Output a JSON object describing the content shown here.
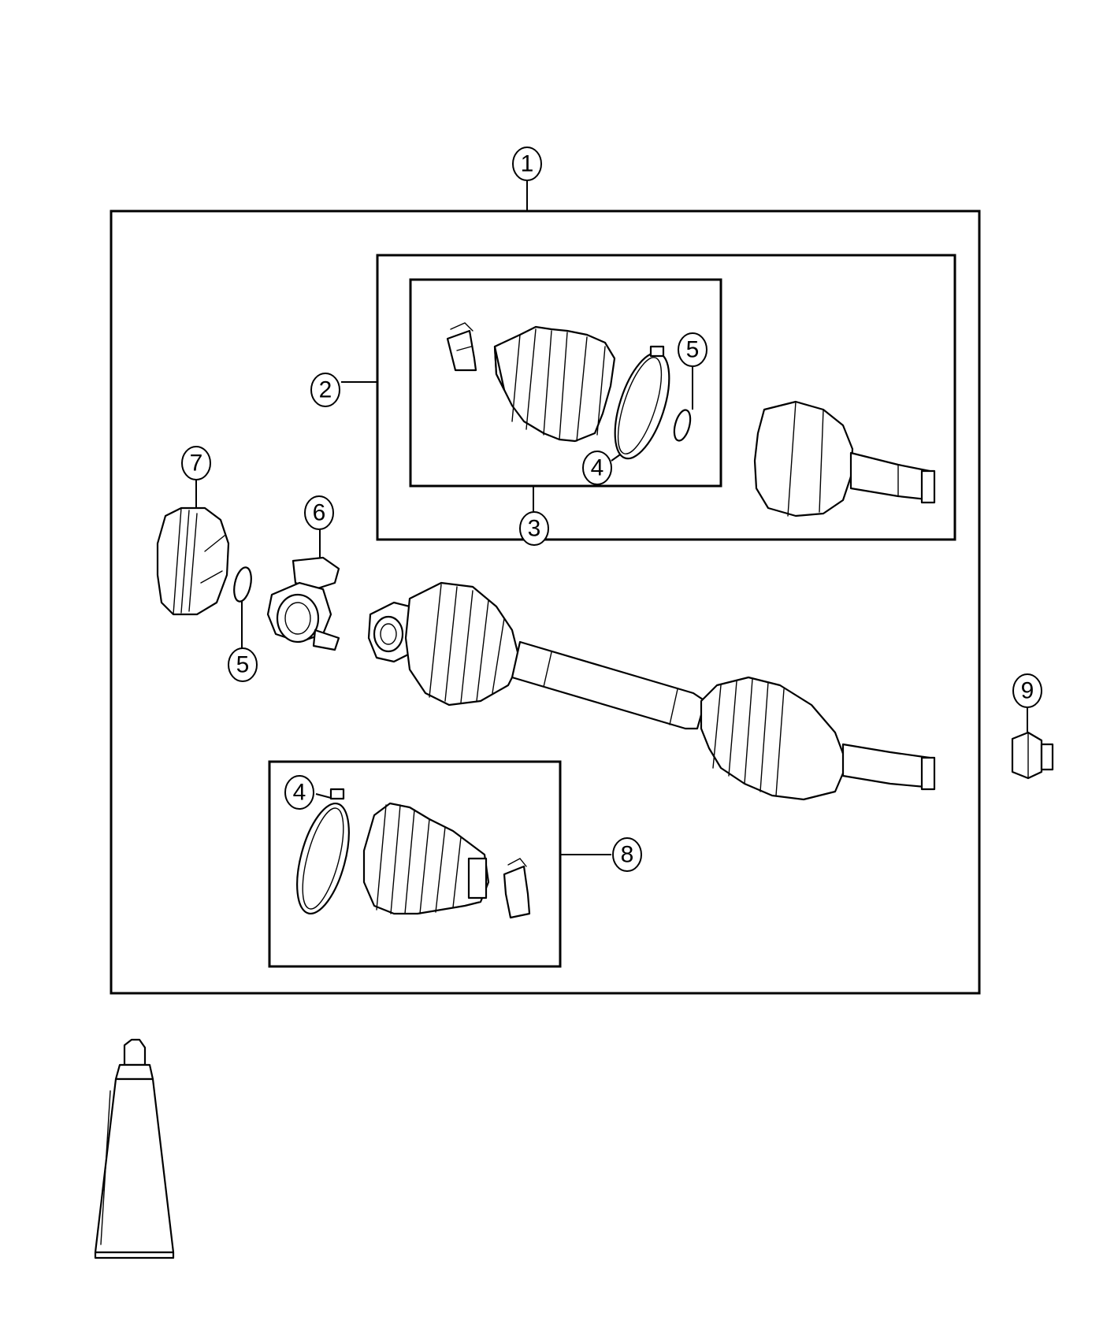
{
  "callouts": {
    "c1": "1",
    "c2": "2",
    "c3": "3",
    "c4_upper": "4",
    "c4_lower": "4",
    "c5_upper": "5",
    "c5_left": "5",
    "c6": "6",
    "c7": "7",
    "c8": "8",
    "c9": "9"
  },
  "colors": {
    "line": "#000000",
    "background": "#ffffff"
  }
}
